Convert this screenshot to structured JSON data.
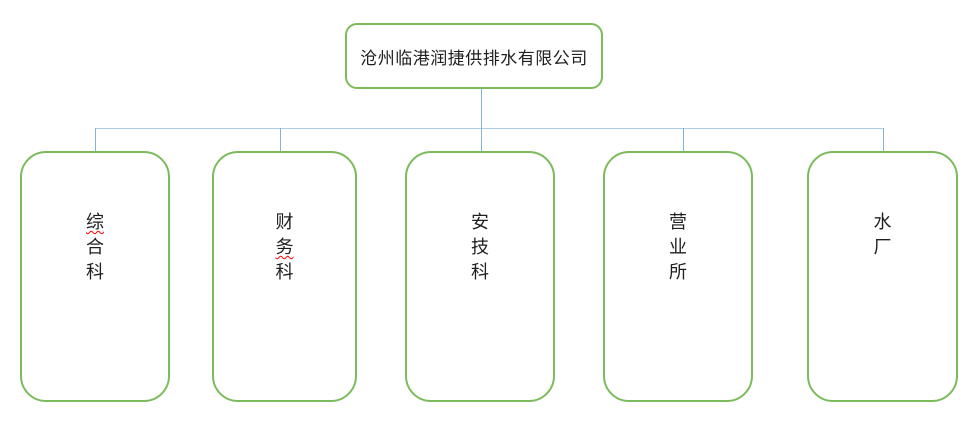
{
  "org_chart": {
    "root": {
      "label": "沧州临港润捷供排水有限公司"
    },
    "departments": [
      {
        "label": "综合科",
        "misspelled_char_index": 0
      },
      {
        "label": "财务科",
        "misspelled_char_index": 1
      },
      {
        "label": "安技科",
        "misspelled_char_index": null
      },
      {
        "label": "营业所",
        "misspelled_char_index": null
      },
      {
        "label": "水厂",
        "misspelled_char_index": null
      }
    ]
  },
  "colors": {
    "box_border": "#7CBB5C",
    "connector_horizontal": "#ABCDE8",
    "connector_vertical": "#85B2DB",
    "spellcheck_squiggle": "#FF0000",
    "text": "#1F1F1F",
    "background": "#FFFFFF"
  }
}
